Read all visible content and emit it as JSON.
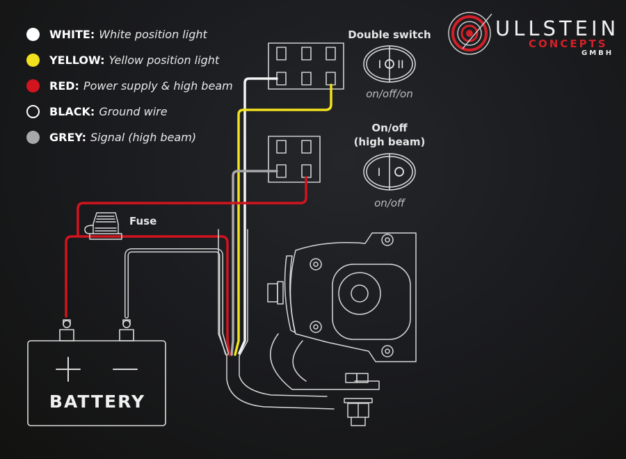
{
  "legend": [
    {
      "key": "WHITE:",
      "desc": "White position light",
      "color": "#ffffff",
      "hollow": false
    },
    {
      "key": "YELLOW:",
      "desc": "Yellow position light",
      "color": "#f2e21e",
      "hollow": false
    },
    {
      "key": "RED:",
      "desc": "Power supply & high beam",
      "color": "#d2141e",
      "hollow": false
    },
    {
      "key": "BLACK:",
      "desc": "Ground wire",
      "color": "#1a1a1a",
      "hollow": true
    },
    {
      "key": "GREY:",
      "desc": "Signal (high beam)",
      "color": "#a8a8a8",
      "hollow": false
    }
  ],
  "logo": {
    "line1": "ULLSTEIN",
    "line2": "CONCEPTS",
    "line3": "GMBH",
    "accent": "#d32028"
  },
  "switches": {
    "double": {
      "title": "Double switch",
      "symbols": "I O II",
      "mode": "on/off/on"
    },
    "single": {
      "title_line1": "On/off",
      "title_line2": "(high beam)",
      "symbols": "I O",
      "mode": "on/off"
    }
  },
  "fuse_label": "Fuse",
  "battery": {
    "label": "BATTERY",
    "plus": "+",
    "minus": "−"
  },
  "wire_colors": {
    "white": "#f4f4f4",
    "yellow": "#f2e21e",
    "red": "#d2141e",
    "grey": "#a8a8a8",
    "outline": "#d8d8d8"
  }
}
